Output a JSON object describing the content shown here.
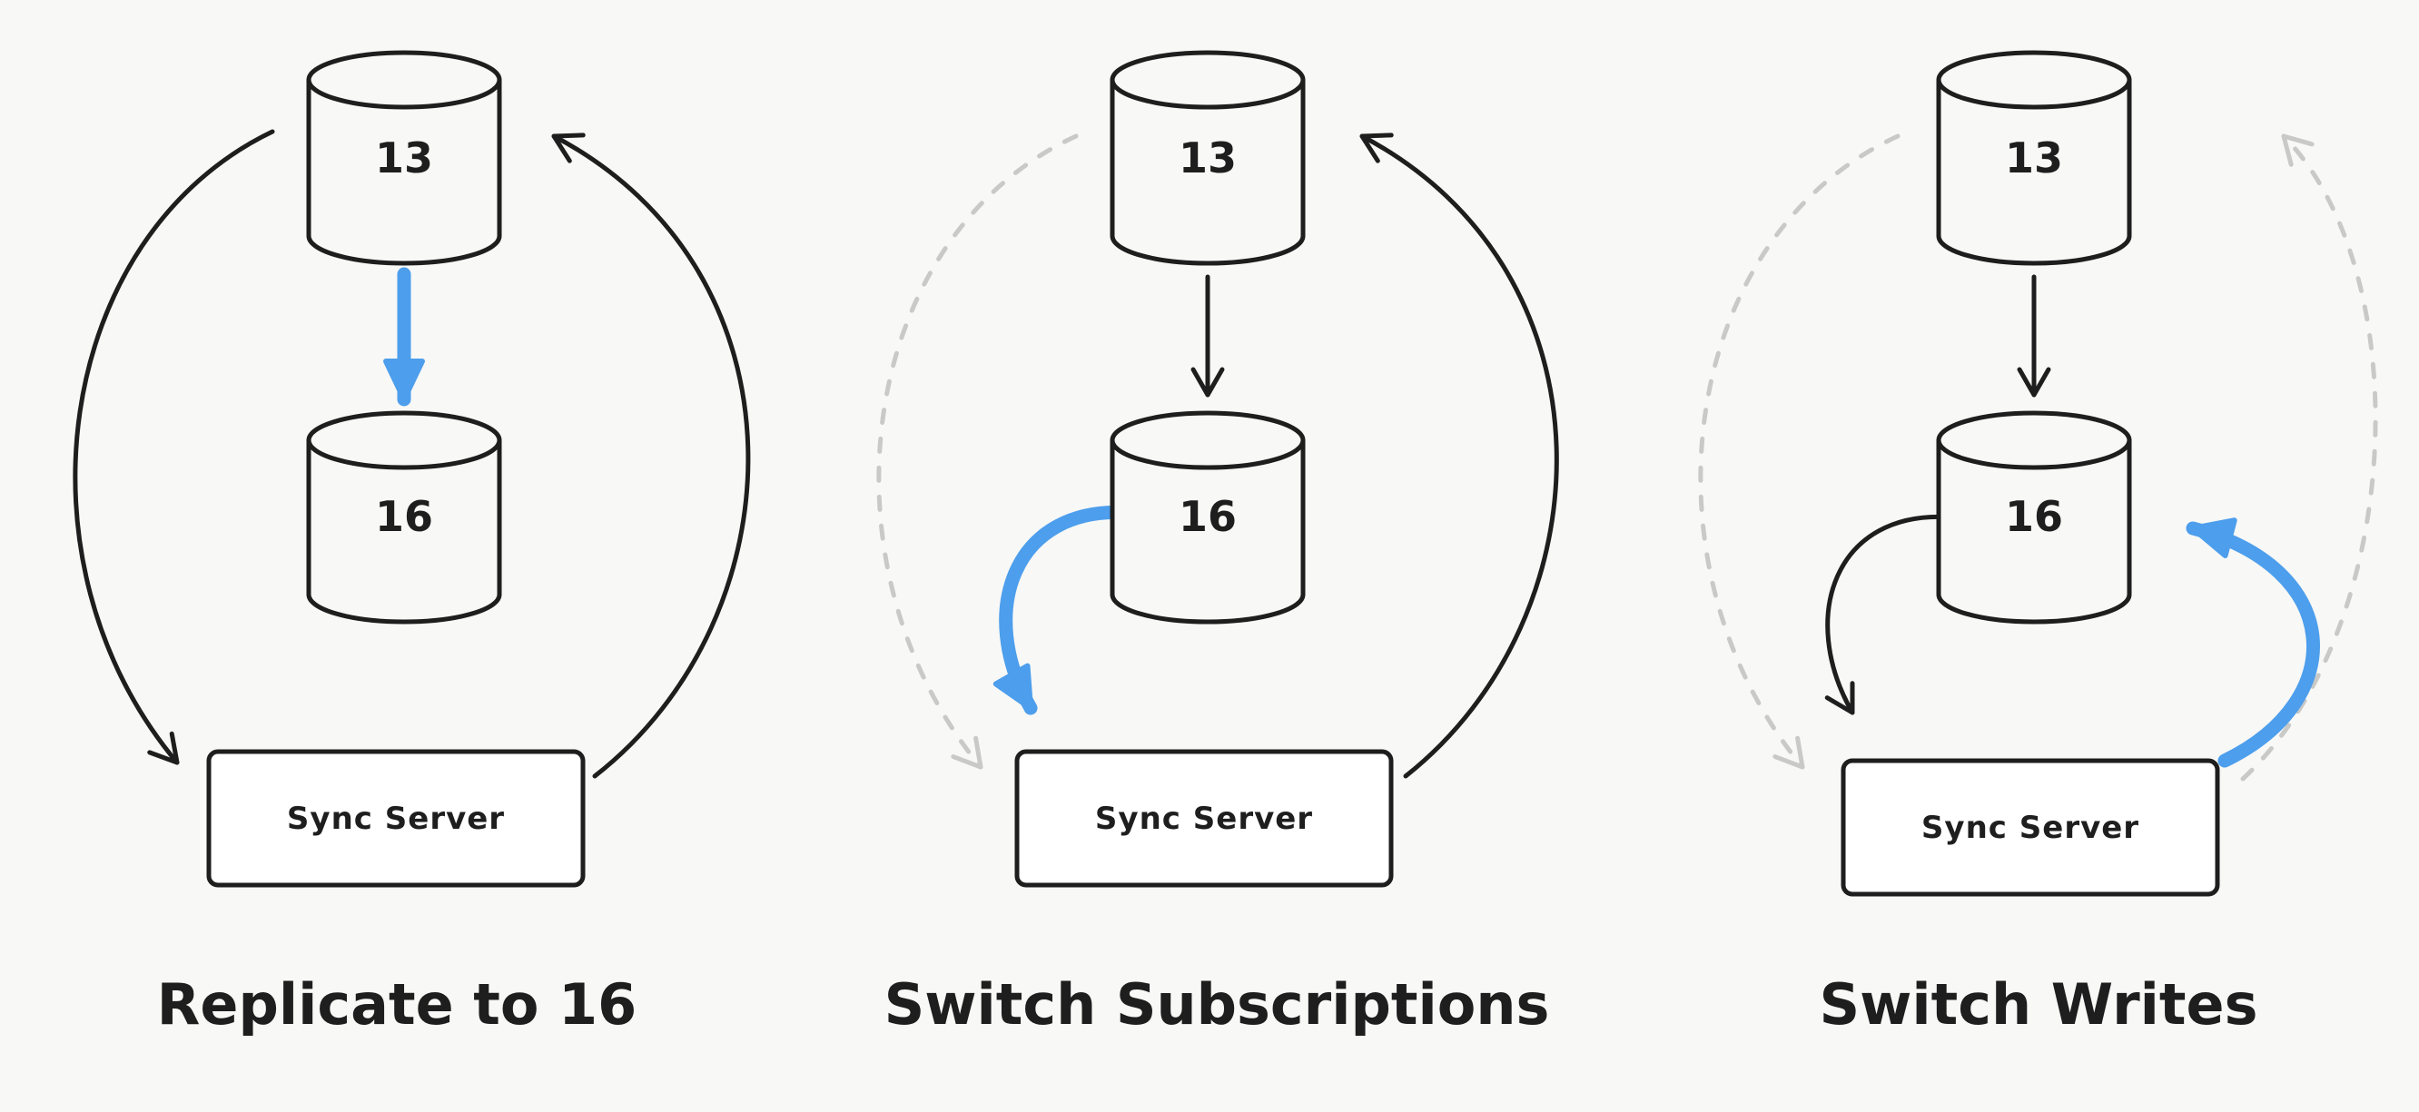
{
  "colors": {
    "background": "#f8f8f6",
    "stroke": "#1e1e1e",
    "accent_blue": "#4d9eec",
    "inactive_gray": "#c9c9c7",
    "box_fill": "#ffffff"
  },
  "panels": [
    {
      "title": "Replicate to 16",
      "source_db_label": "13",
      "target_db_label": "16",
      "server_label": "Sync Server"
    },
    {
      "title": "Switch Subscriptions",
      "source_db_label": "13",
      "target_db_label": "16",
      "server_label": "Sync Server"
    },
    {
      "title": "Switch Writes",
      "source_db_label": "13",
      "target_db_label": "16",
      "server_label": "Sync Server"
    }
  ]
}
